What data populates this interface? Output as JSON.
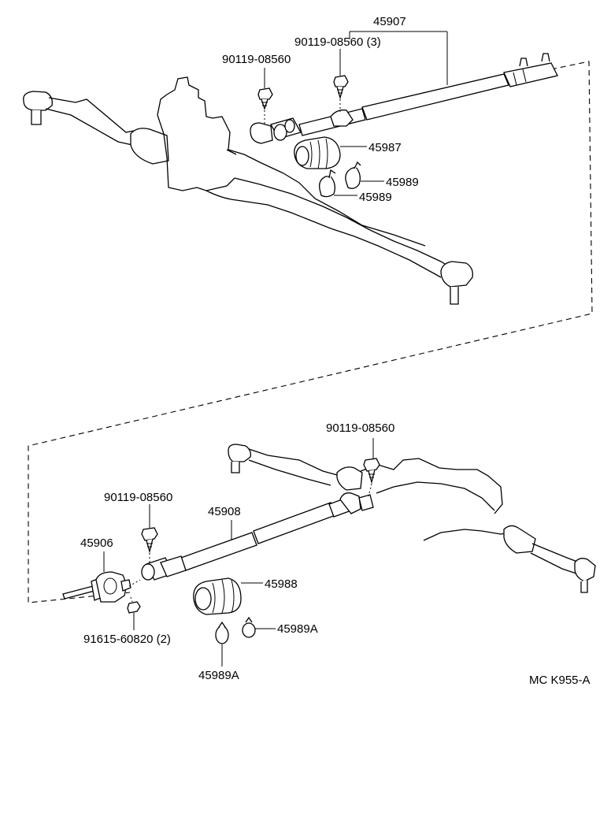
{
  "labels": {
    "shaft_assy_top": "45907",
    "bolt_top_group": "90119-08560 (3)",
    "bolt_top_left": "90119-08560",
    "boot_top": "45987",
    "clamp_top_a": "45989",
    "clamp_top_b": "45989",
    "bolt_bottom_right": "90119-08560",
    "bolt_bottom_left": "90119-08560",
    "shaft_bottom": "45908",
    "coupling": "45906",
    "boot_bottom": "45988",
    "clamp_bottom_a": "45989A",
    "clamp_bottom_b": "45989A",
    "nut": "91615-60820 (2)",
    "diagram_code": "MC K955-A"
  }
}
